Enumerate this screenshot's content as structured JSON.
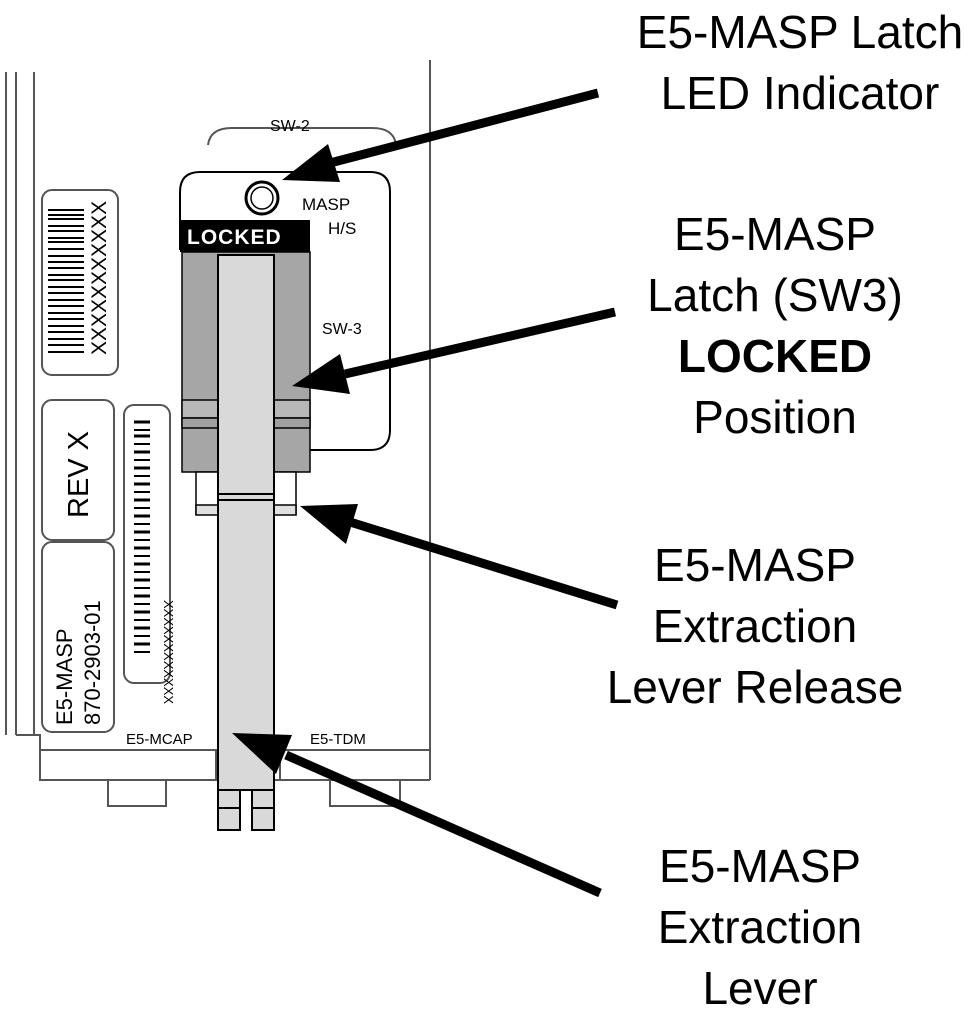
{
  "panel": {
    "sw2_label": "SW-2",
    "masp_label": "MASP",
    "hs_label": "H/S",
    "locked_label": "LOCKED",
    "sw3_label": "SW-3",
    "barcode_text_1": "XXXXXXXXXXX",
    "barcode_text_2": "XXXXXXXXXXXX",
    "rev_label": "REV X",
    "part_name": "E5-MASP",
    "part_number": "870-2903-01",
    "mcap_label": "E5-MCAP",
    "tdm_label": "E5-TDM"
  },
  "callouts": {
    "led_indicator": {
      "line1": "E5-MASP Latch",
      "line2": "LED Indicator"
    },
    "latch": {
      "line1": "E5-MASP",
      "line2": "Latch (SW3)",
      "line3": "LOCKED",
      "line4": "Position"
    },
    "lever_release": {
      "line1": "E5-MASP",
      "line2": "Extraction",
      "line3": "Lever Release"
    },
    "lever": {
      "line1": "E5-MASP",
      "line2": "Extraction",
      "line3": "Lever"
    }
  },
  "colors": {
    "ink": "#000000",
    "latch_gray": "#a6a6a6",
    "lever_gray": "#d9d9d9",
    "panel_outline": "#555555"
  }
}
